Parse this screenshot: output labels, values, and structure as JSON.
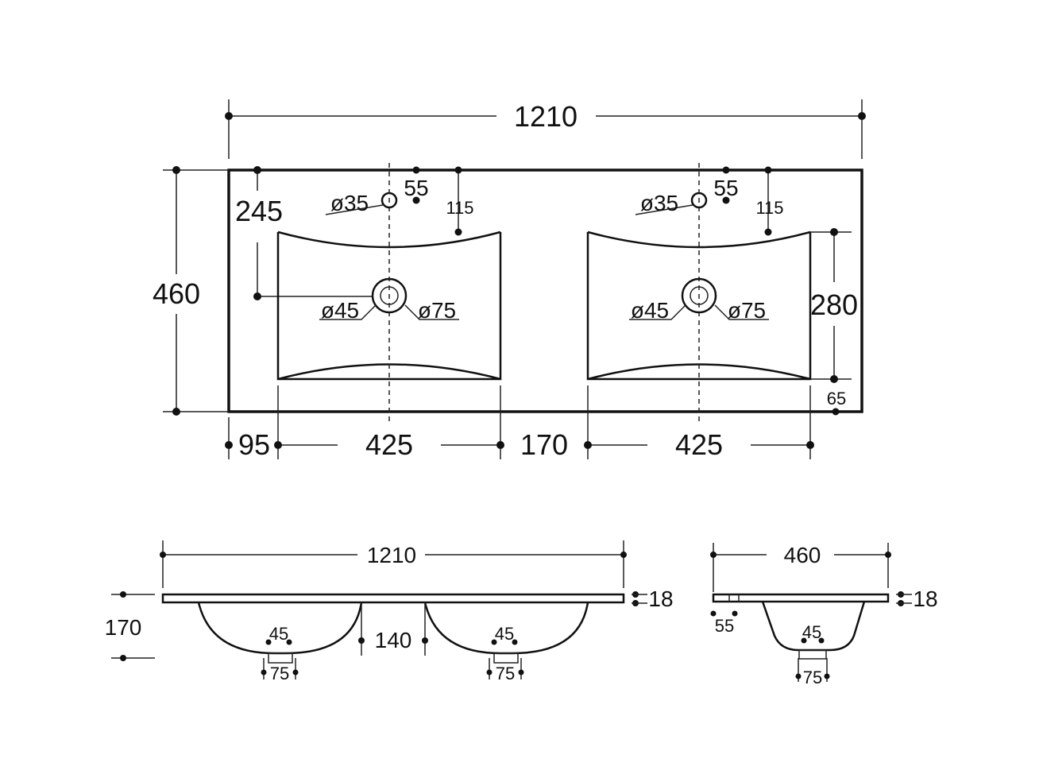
{
  "plan_view": {
    "overall_width": "1210",
    "overall_depth": "460",
    "tap_offset_front": "245",
    "tap_hole": "ø35",
    "tap_to_edge": "55",
    "basin_setback": "115",
    "waste_hole": "ø45",
    "waste_outer": "ø75",
    "basin_depth": "280",
    "front_margin": "65",
    "left_margin": "95",
    "basin_width": "425",
    "basin_gap": "170"
  },
  "front_elevation": {
    "overall_width": "1210",
    "overall_height": "170",
    "slab_thickness": "18",
    "bowl_gap_depth": "140",
    "waste_inner": "45",
    "waste_outer": "75"
  },
  "side_elevation": {
    "overall_depth": "460",
    "slab_thickness": "18",
    "tap_offset": "55",
    "waste_inner": "45",
    "waste_outer": "75"
  }
}
